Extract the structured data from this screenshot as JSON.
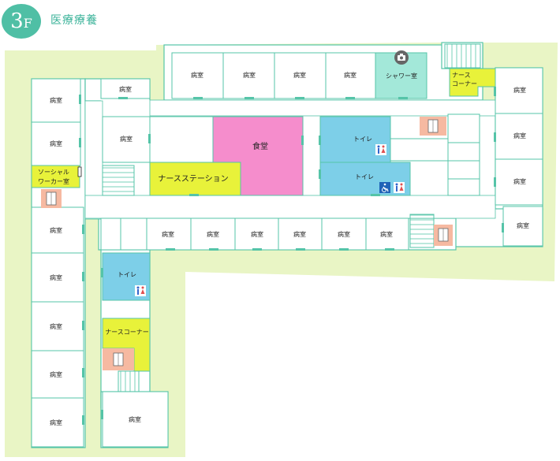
{
  "header": {
    "floor_number": "3",
    "floor_suffix": "F",
    "title": "医療療養"
  },
  "colors": {
    "site": "#e9f5c5",
    "outline": "#55c4a8",
    "dining": "#f58dcc",
    "station": "#e8f23a",
    "toilet": "#7dcfe8",
    "shower": "#a3e8d9",
    "elevator": "#f6b9a1"
  },
  "labels": {
    "ward": "病室",
    "shower": "シャワー室",
    "nurse_corner_a": "ナース",
    "nurse_corner_b": "コーナー",
    "nurse_corner_full": "ナースコーナー",
    "dining": "食堂",
    "toilet": "トイレ",
    "nurse_station": "ナースステーション",
    "social_a": "ソーシャル",
    "social_b": "ワーカー室"
  },
  "icons": [
    "camera-icon",
    "restroom-icon",
    "wheelchair-icon",
    "elevator-icon"
  ]
}
